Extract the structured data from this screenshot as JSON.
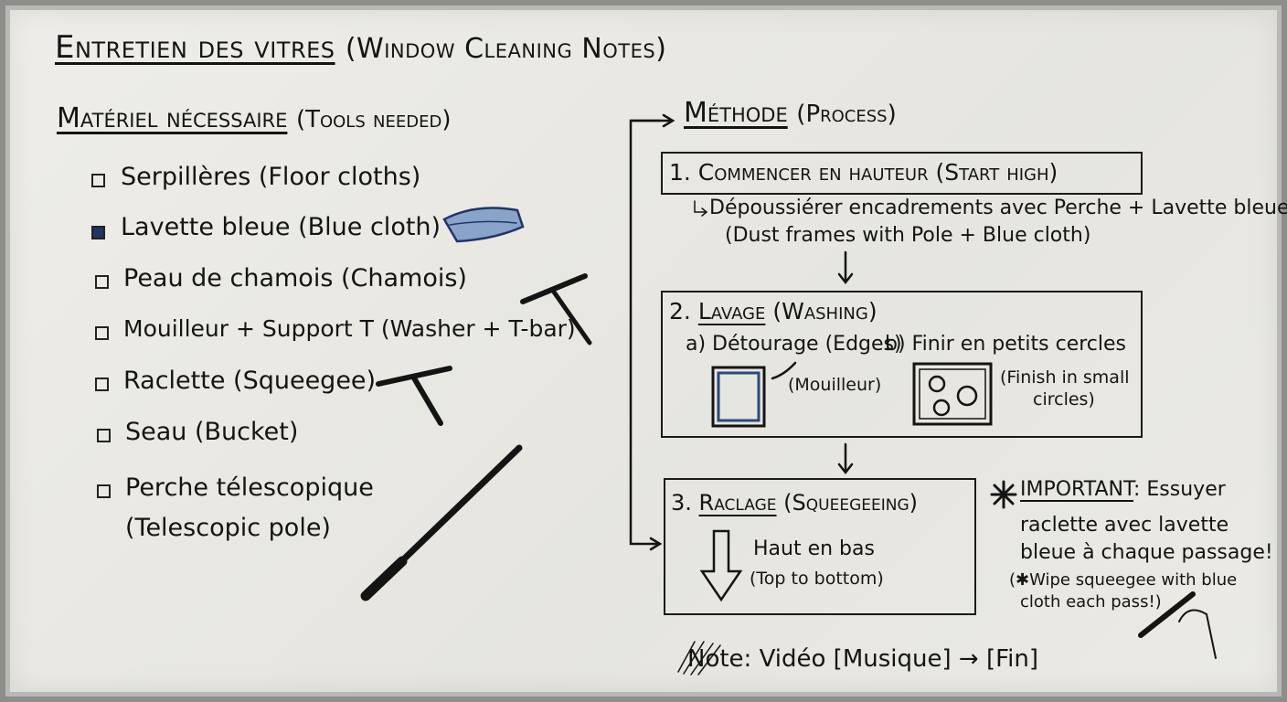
{
  "title": {
    "main": "Entretien des vitres",
    "sub": "(Window Cleaning Notes)"
  },
  "tools": {
    "heading": "Matériel nécessaire",
    "heading_en": "(Tools needed)",
    "items": [
      {
        "label": "Serpillères (Floor cloths)",
        "checked": false
      },
      {
        "label": "Lavette bleue (Blue cloth)",
        "checked": true
      },
      {
        "label": "Peau de chamois (Chamois)",
        "checked": false
      },
      {
        "label": "Mouilleur + Support T (Washer + T-bar)",
        "checked": false
      },
      {
        "label": "Raclette (Squeegee)",
        "checked": false
      },
      {
        "label": "Seau (Bucket)",
        "checked": false
      },
      {
        "label": "Perche télescopique",
        "label2": "(Telescopic pole)",
        "checked": false
      }
    ]
  },
  "method": {
    "heading": "Méthode",
    "heading_en": "(Process)",
    "step1": {
      "title": "1. Commencer en hauteur (Start high)",
      "detail": "Dépoussiérer encadrements avec Perche + Lavette bleue",
      "detail_en": "(Dust frames with Pole + Blue cloth)"
    },
    "step2": {
      "num": "2.",
      "title": "Lavage",
      "title_en": "(Washing)",
      "a": "a) Détourage (Edges)",
      "a_note": "(Mouilleur)",
      "b": "b) Finir en petits cercles",
      "b_note1": "(Finish in small",
      "b_note2": "circles)"
    },
    "step3": {
      "num": "3.",
      "title": "Raclage",
      "title_en": "(Squeegeeing)",
      "line1": "Haut en bas",
      "line2": "(Top to bottom)"
    },
    "important": {
      "label": "IMPORTANT",
      "rest": ": Essuyer",
      "line2": "raclette avec lavette",
      "line3": "bleue à chaque passage!",
      "en1": "(✱Wipe squeegee with blue",
      "en2": "cloth each pass!)"
    },
    "note": {
      "label": "Note",
      "text": ": Vidéo [Musique] → [Fin]"
    }
  },
  "colors": {
    "ink": "#141414",
    "blue_marker": "#1f3566",
    "board": "#ecebe6"
  }
}
